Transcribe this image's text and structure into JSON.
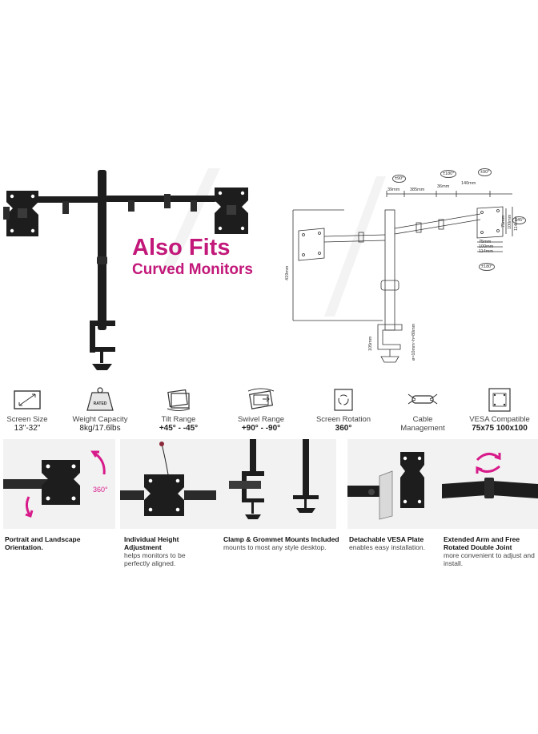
{
  "headline": {
    "line1": "Also Fits",
    "line2": "Curved Monitors"
  },
  "diagram": {
    "dims": {
      "d39": "39mm",
      "d385": "385mm",
      "d36": "36mm",
      "d140": "140mm",
      "d75a": "75mm",
      "d100a": "100mm",
      "d114a": "114mm",
      "d75b": "75mm",
      "d100b": "100mm",
      "d114b": "114mm",
      "height": "419mm",
      "clamp": "105mm",
      "grommet": "ø≈10mm~h≈80mm"
    },
    "rotations": {
      "r90a": "±90°",
      "r180a": "±180°",
      "r90b": "±90°",
      "r45": "±45°",
      "r180b": "±180°"
    }
  },
  "specs": [
    {
      "icon": "screen-size-icon",
      "label": "Screen Size",
      "value": "13\"-32\""
    },
    {
      "icon": "weight-icon",
      "label": "Weight Capacity",
      "value": "8kg/17.6lbs",
      "badge": "RATED"
    },
    {
      "icon": "tilt-icon",
      "label": "Tilt Range",
      "value": "+45° - -45°"
    },
    {
      "icon": "swivel-icon",
      "label": "Swivel Range",
      "value": "+90° - -90°"
    },
    {
      "icon": "rotation-icon",
      "label": "Screen Rotation",
      "value": "360°"
    },
    {
      "icon": "cable-icon",
      "label": "Cable\nManagement",
      "value": ""
    },
    {
      "icon": "vesa-icon",
      "label": "VESA Compatible",
      "value": "75x75 100x100"
    }
  ],
  "features": [
    {
      "title": "Portrait and Landscape Orientation.",
      "desc": "",
      "badge": "360°"
    },
    {
      "title": "Individual Height Adjustment",
      "desc": "helps monitors to be perfectly aligned."
    },
    {
      "title": "Clamp & Grommet Mounts Included",
      "desc": "mounts to most any style desktop."
    },
    {
      "title": "Detachable VESA Plate",
      "desc": "enables easy installation."
    },
    {
      "title": "Extended Arm and Free Rotated Double Joint",
      "desc": "more convenient to adjust and install."
    }
  ],
  "colors": {
    "accent": "#c2187a",
    "metal": "#1d1d1d",
    "panel": "#f2f2f2",
    "arrow": "#d81b8a"
  }
}
